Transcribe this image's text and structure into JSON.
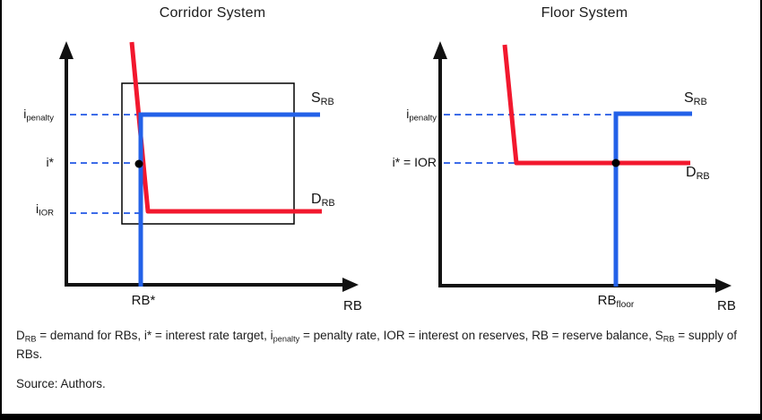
{
  "colors": {
    "supply_blue": "#2361e8",
    "demand_red": "#f2182e",
    "guide_dash_blue": "#3d6ce8",
    "axis_black": "#111111",
    "background": "#ffffff"
  },
  "left_panel": {
    "title": "Corridor System",
    "label_ipenalty_base": "i",
    "label_ipenalty_sub": "penalty",
    "label_istar": "i*",
    "label_iior_base": "i",
    "label_iior_sub": "IOR",
    "label_supply_base": "S",
    "label_supply_sub": "RB",
    "label_demand_base": "D",
    "label_demand_sub": "RB",
    "x_equilibrium": "RB*",
    "x_axis": "RB"
  },
  "right_panel": {
    "title": "Floor System",
    "label_ipenalty_base": "i",
    "label_ipenalty_sub": "penalty",
    "label_istar_ior": "i* = IOR",
    "label_supply_base": "S",
    "label_supply_sub": "RB",
    "label_demand_base": "D",
    "label_demand_sub": "RB",
    "x_equilibrium_base": "RB",
    "x_equilibrium_sub": "floor",
    "x_axis": "RB"
  },
  "caption": {
    "parts": [
      "D",
      "RB",
      " = demand for RBs, i* = interest rate target, i",
      "penalty",
      " = penalty rate, IOR = interest on reserves, RB = reserve balance, S",
      "RB",
      " = supply of RBs."
    ],
    "source": "Source: Authors."
  },
  "diagram_semantics": {
    "type": "schematic-supply-demand",
    "panels": [
      {
        "name": "Corridor System",
        "demand_curve": "D_RB: nearly vertical at low reserve balances, kinks to flat at i_IOR",
        "supply_curve": "S_RB: vertical at RB*, horizontal at i_penalty",
        "equilibrium": "i* where demand crosses vertical supply at RB*",
        "guides": [
          "i_penalty",
          "i*",
          "i_IOR"
        ],
        "highlight_box": "thin black rectangle around corridor region"
      },
      {
        "name": "Floor System",
        "demand_curve": "D_RB: nearly vertical at low reserve balances, kinks to flat at i* = IOR",
        "supply_curve": "S_RB: vertical at RB_floor, horizontal at i_penalty",
        "equilibrium": "i* = IOR where vertical supply crosses flat demand at RB_floor",
        "guides": [
          "i_penalty",
          "i* = IOR"
        ]
      }
    ]
  }
}
